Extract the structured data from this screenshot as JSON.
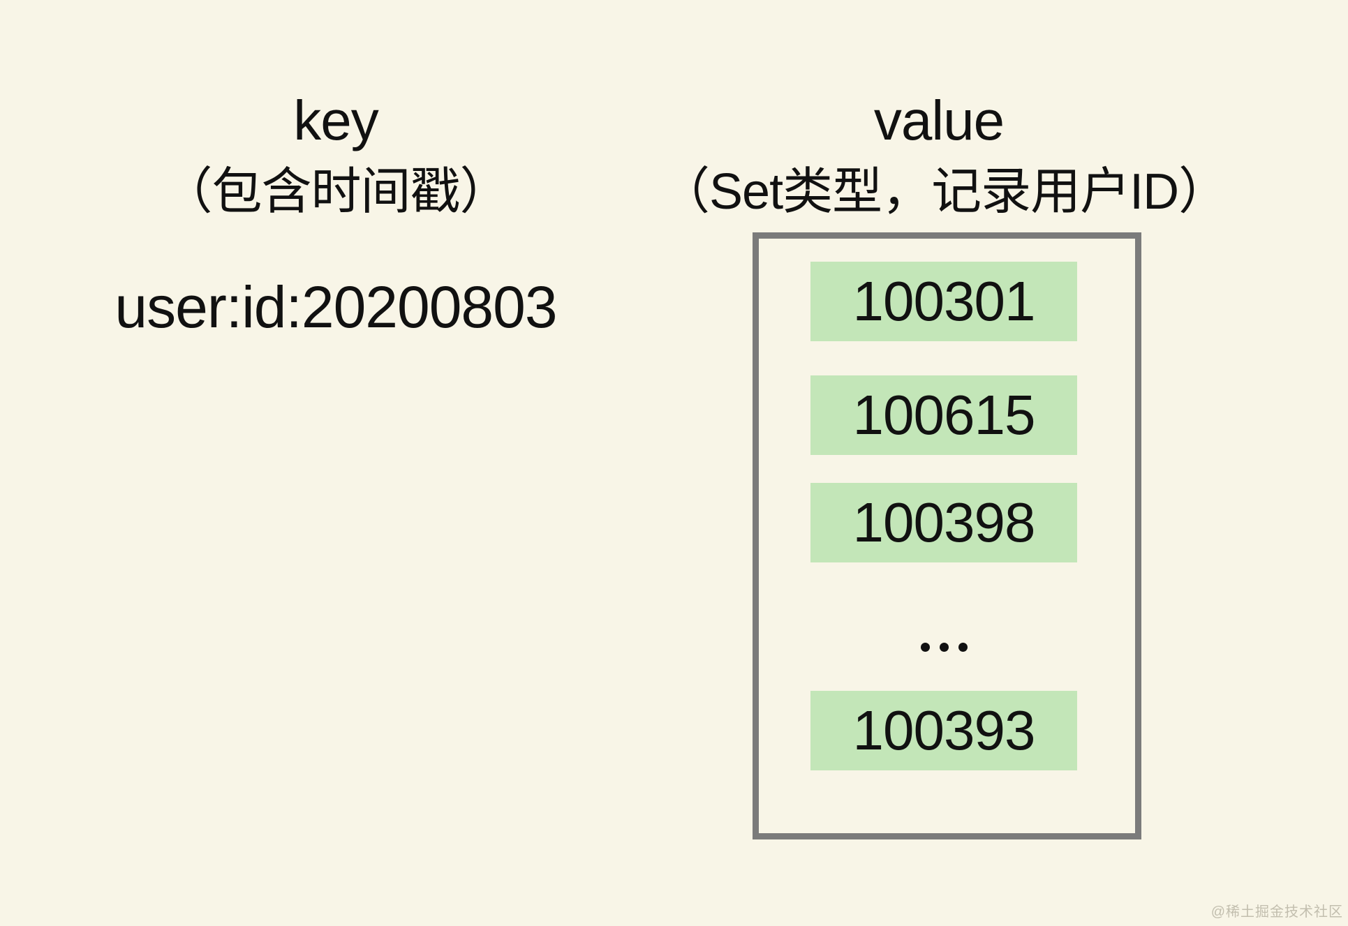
{
  "colors": {
    "background": "#F8F5E7",
    "set_item_green": "#C3E6B8",
    "box_border_gray": "#7B7B7B",
    "text": "#111111",
    "watermark_gray": "#C2BEAE"
  },
  "key_column": {
    "title": "key",
    "subtitle": "（包含时间戳）",
    "key_text": "user:id:20200803"
  },
  "value_column": {
    "title": "value",
    "subtitle": "（Set类型，记录用户ID）",
    "items": [
      "100301",
      "100615",
      "100398",
      "100393"
    ],
    "ellipsis_dot_count": 3
  },
  "watermark": "@稀土掘金技术社区"
}
